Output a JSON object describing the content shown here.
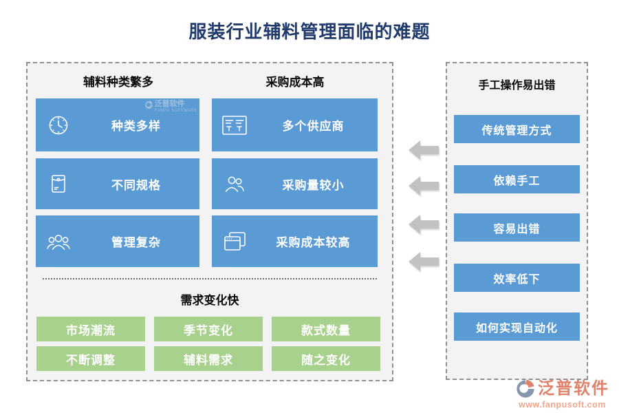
{
  "title": "服装行业辅料管理面临的难题",
  "colors": {
    "blue": "#5B9BD5",
    "green": "#A9D18E",
    "arrow": "#C2C2C2",
    "title": "#203A6C"
  },
  "left_panel": {
    "columns": [
      {
        "header": "辅料种类繁多",
        "items": [
          {
            "icon": "clock-icon",
            "label": "种类多样"
          },
          {
            "icon": "envelope-icon",
            "label": "不同规格"
          },
          {
            "icon": "people-group-icon",
            "label": "管理复杂"
          }
        ]
      },
      {
        "header": "采购成本高",
        "items": [
          {
            "icon": "invoice-icon",
            "label": "多个供应商"
          },
          {
            "icon": "people-icon",
            "label": "采购量较小"
          },
          {
            "icon": "stacked-windows-icon",
            "label": "采购成本较高"
          }
        ]
      }
    ],
    "bottom_section": {
      "header": "需求变化快",
      "rows": [
        {
          "cells": [
            "市场潮流",
            "季节变化",
            "款式数量"
          ]
        },
        {
          "cells": [
            "不断调整",
            "辅料需求",
            "随之变化"
          ]
        }
      ]
    }
  },
  "right_panel": {
    "header": "手工操作易出错",
    "items": [
      "传统管理方式",
      "依赖手工",
      "容易出错",
      "效率低下",
      "如何实现自动化"
    ]
  },
  "watermark": {
    "name": "泛普软件",
    "caption": "FANPU SOFTWARE"
  },
  "logo": {
    "name": "泛普软件",
    "url": "www.fanpusoft.com"
  }
}
